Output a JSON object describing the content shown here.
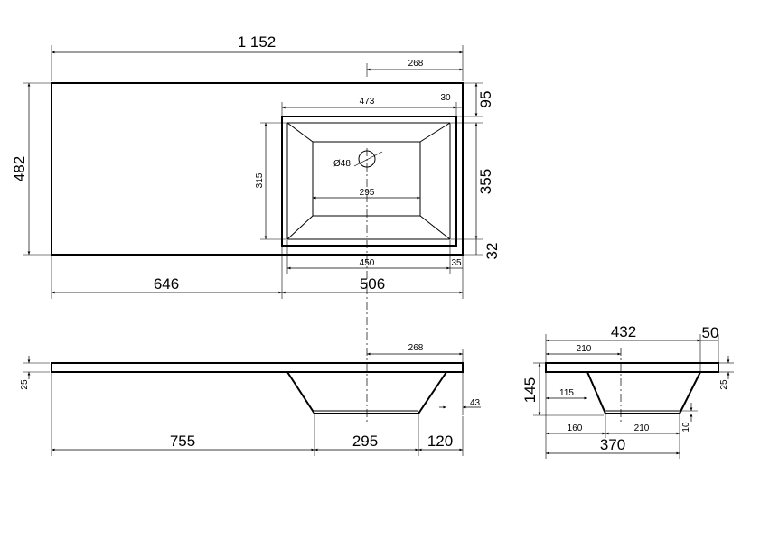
{
  "dimensions": {
    "top_view": {
      "overall_length": "1 152",
      "bowl_offset": "268",
      "bowl_inner_width": "473",
      "rim_right": "30",
      "rim_top": "95",
      "depth": "482",
      "bowl_depth_vertical": "315",
      "drain_diameter": "Ø48",
      "bowl_bottom_width": "295",
      "bowl_length": "355",
      "rim_bottom": "32",
      "bowl_outer_width": "450",
      "rim_right_bottom": "35",
      "left_shelf": "646",
      "right_section": "506"
    },
    "front_view": {
      "thickness": "25",
      "drain_offset": "268",
      "wall_offset": "43",
      "left": "755",
      "bottom": "295",
      "right": "120"
    },
    "side_view": {
      "overall": "432",
      "rim": "50",
      "drain_offset": "210",
      "bowl_height": "145",
      "inner_height": "115",
      "thickness": "25",
      "floor_thickness": "10",
      "bottom_left": "160",
      "bottom_width": "210",
      "bottom_total": "370"
    }
  }
}
